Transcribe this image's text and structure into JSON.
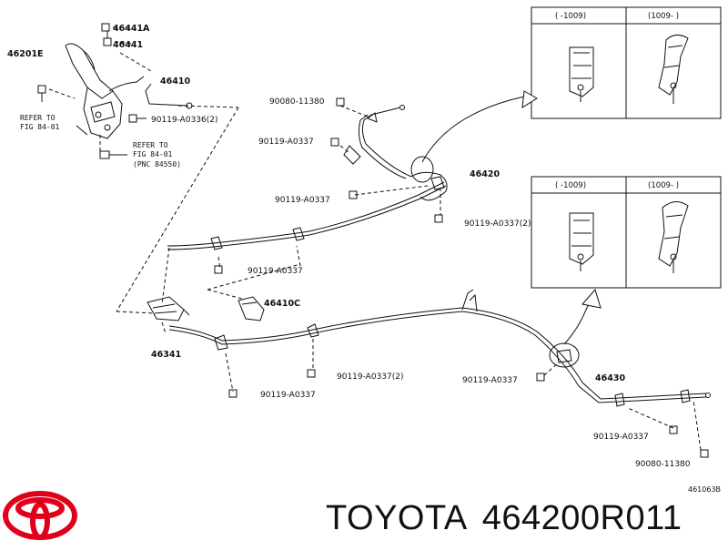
{
  "parts": {
    "p46441A": "46441A",
    "p46441": "46441",
    "p46201E": "46201E",
    "p46410": "46410",
    "p90119_A0336": "90119-A0336(2)",
    "p90080_top": "90080-11380",
    "p90119_a": "90119-A0337",
    "p90119_b": "90119-A0337",
    "p46420": "46420",
    "p90119_c2": "90119-A0337(2)",
    "p90119_d": "90119-A0337",
    "p46410C": "46410C",
    "p46341": "46341",
    "p90119_e2": "90119-A0337(2)",
    "p90119_f": "90119-A0337",
    "p90119_g": "90119-A0337",
    "p46430": "46430",
    "p90119_h": "90119-A0337",
    "p90080_bot": "90080-11380"
  },
  "refs": {
    "ref1_line1": "REFER TO",
    "ref1_line2": "FIG 84-01",
    "ref2_line1": "REFER TO",
    "ref2_line2": "FIG 84-01",
    "ref2_line3": "(PNC 84550)"
  },
  "tables": {
    "top_left_header": "(      -1009)",
    "top_right_header": "(1009-      )",
    "bottom_left_header": "(      -1009)",
    "bottom_right_header": "(1009-      )"
  },
  "drawing_code": "461063B",
  "brand": {
    "name": "TOYOTA",
    "part_number": "464200R011",
    "logo_color": "#e0001b"
  }
}
